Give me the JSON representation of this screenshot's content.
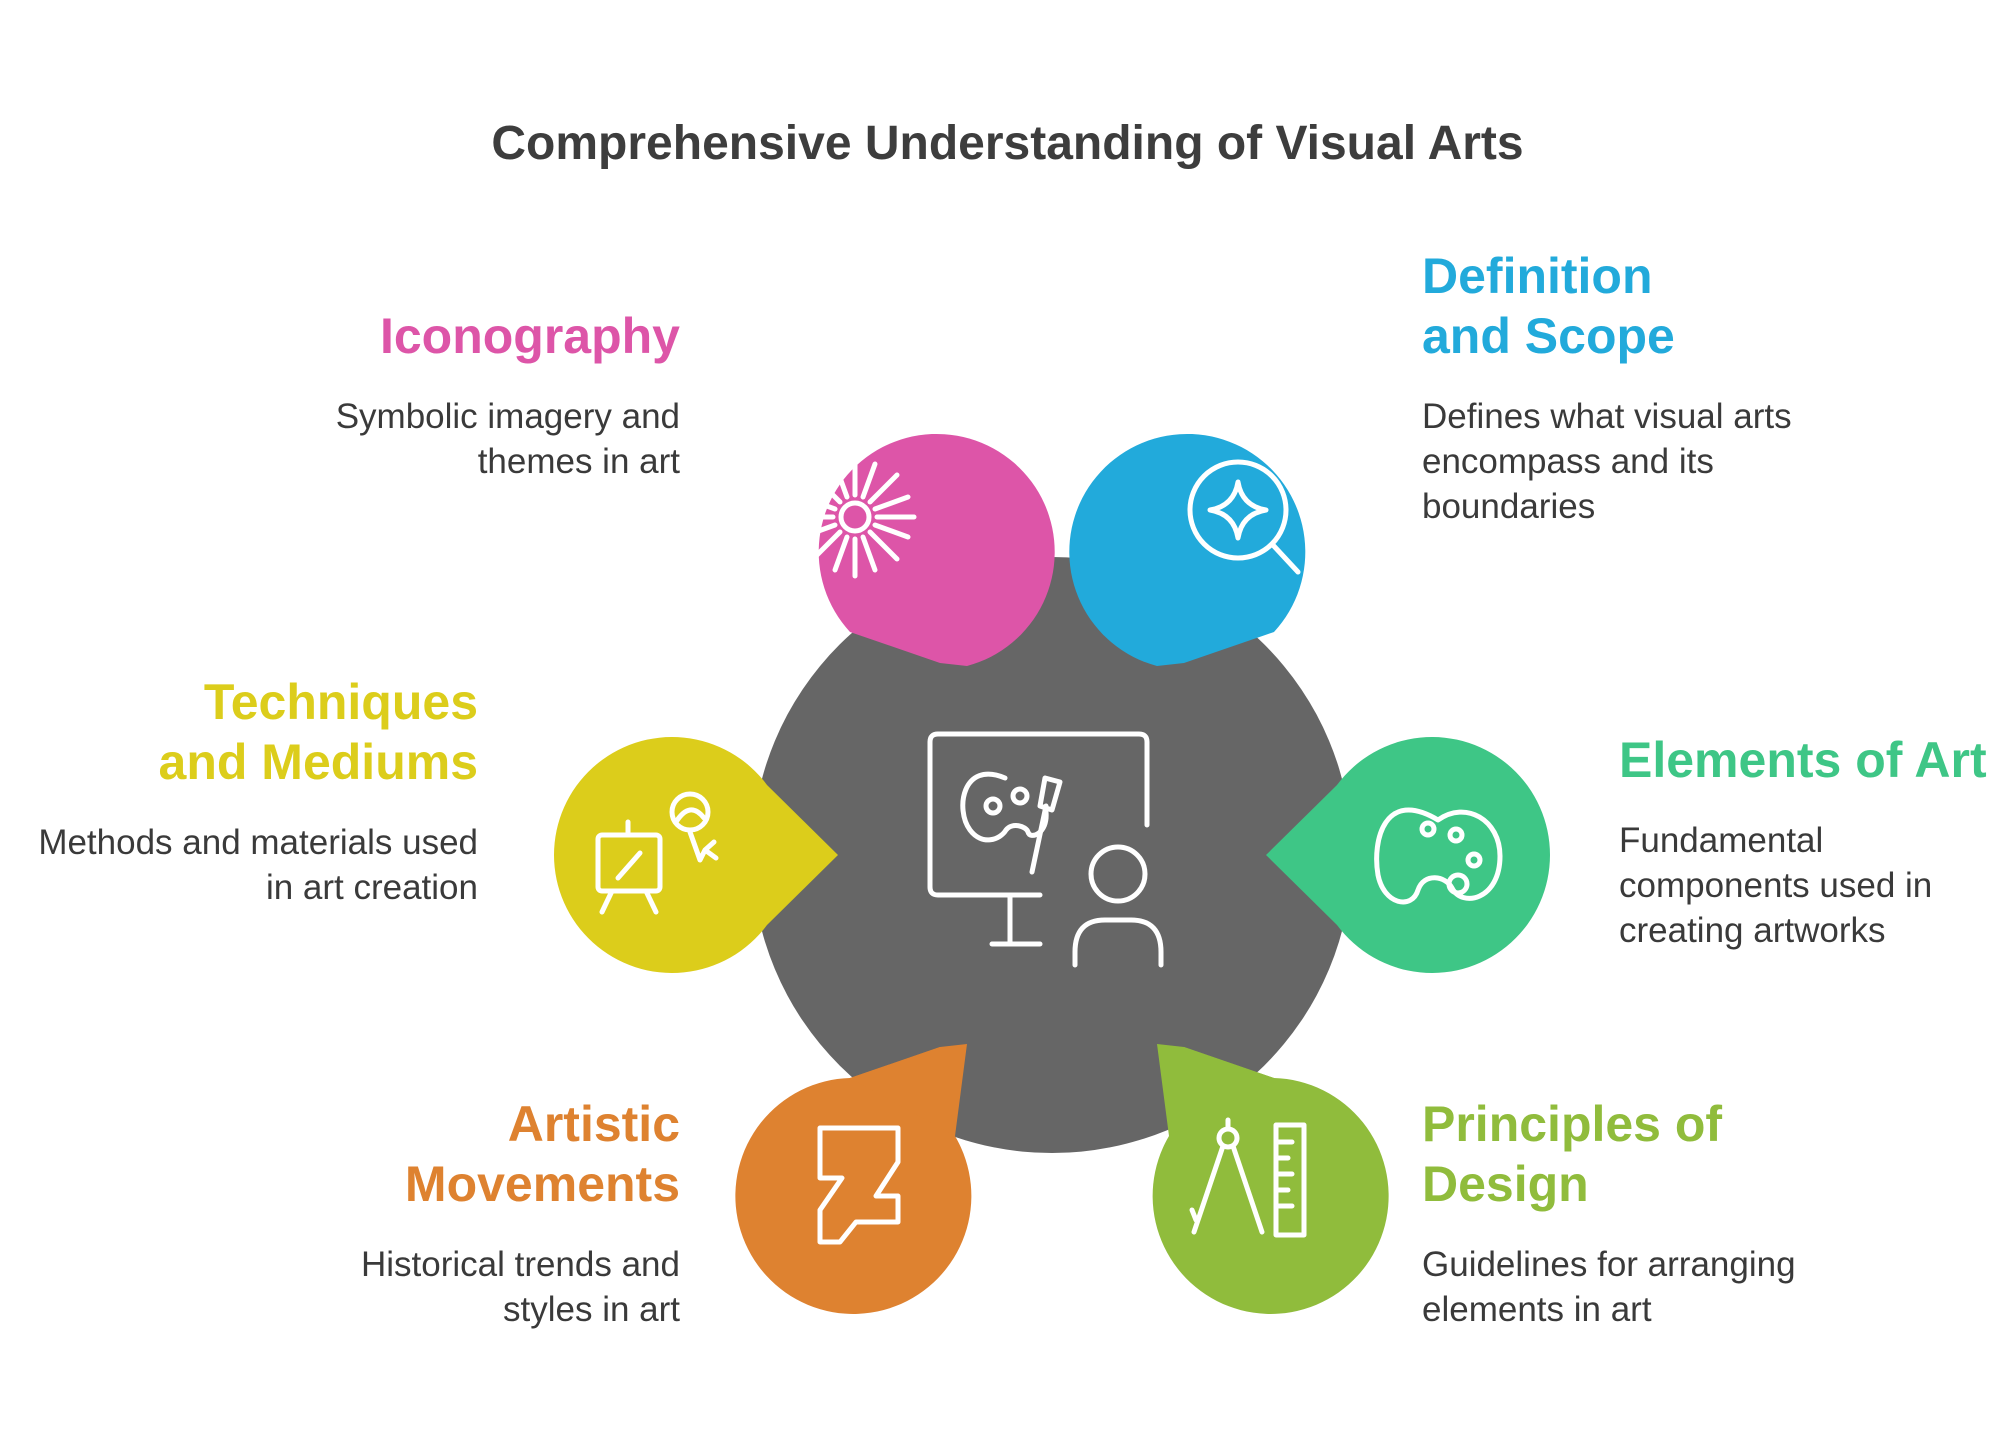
{
  "title": "Comprehensive Understanding of Visual Arts",
  "center": {
    "icon": "artist-at-computer-icon",
    "color": "#666666"
  },
  "items": [
    {
      "title": "Iconography",
      "description": "Symbolic imagery and themes in art",
      "color": "#dd55a8",
      "icon": "sun-burst-icon"
    },
    {
      "title": "Definition and Scope",
      "description": "Defines what visual arts encompass and its boundaries",
      "color": "#22aadb",
      "icon": "magnifier-sparkle-icon"
    },
    {
      "title": "Techniques and Mediums",
      "description": "Methods and materials used in art creation",
      "color": "#dccd1b",
      "icon": "easel-cursor-icon"
    },
    {
      "title": "Elements of Art",
      "description": "Fundamental components used in creating artworks",
      "color": "#3ec686",
      "icon": "palette-icon"
    },
    {
      "title": "Artistic Movements",
      "description": "Historical trends and styles in art",
      "color": "#de8230",
      "icon": "abstract-z-icon"
    },
    {
      "title": "Principles of Design",
      "description": "Guidelines for arranging elements in art",
      "color": "#90bc3c",
      "icon": "compass-ruler-icon"
    }
  ]
}
